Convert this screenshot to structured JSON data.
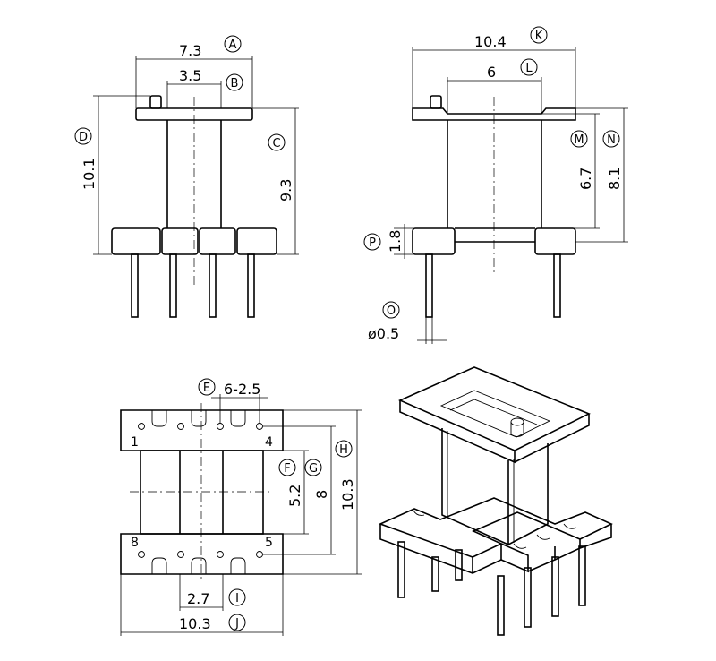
{
  "front_view": {
    "dim_width_top": "7.3",
    "dim_width_top_label": "A",
    "dim_core_width": "3.5",
    "dim_core_width_label": "B",
    "dim_body_height": "9.3",
    "dim_body_height_label": "C",
    "dim_total_height": "10.1",
    "dim_total_height_label": "D"
  },
  "side_view": {
    "dim_total_width": "10.4",
    "dim_total_width_label": "K",
    "dim_window_width": "6",
    "dim_window_width_label": "L",
    "dim_window_height": "6.7",
    "dim_window_height_label": "M",
    "dim_body_height": "8.1",
    "dim_body_height_label": "N",
    "dim_base_height": "1.8",
    "dim_base_height_label": "P",
    "dim_pin_diameter": "ø0.5",
    "dim_pin_diameter_label": "O"
  },
  "bottom_view": {
    "dim_pin_pitch": "6-2.5",
    "dim_pin_pitch_label": "E",
    "dim_inner_span": "5.2",
    "dim_inner_span_label": "F",
    "dim_pin_row_span": "8",
    "dim_pin_row_span_label": "G",
    "dim_total_depth": "10.3",
    "dim_total_depth_label": "H",
    "dim_slot_width": "2.7",
    "dim_slot_width_label": "I",
    "dim_total_width": "10.3",
    "dim_total_width_label": "J",
    "pin_1": "1",
    "pin_4": "4",
    "pin_5": "5",
    "pin_8": "8"
  }
}
